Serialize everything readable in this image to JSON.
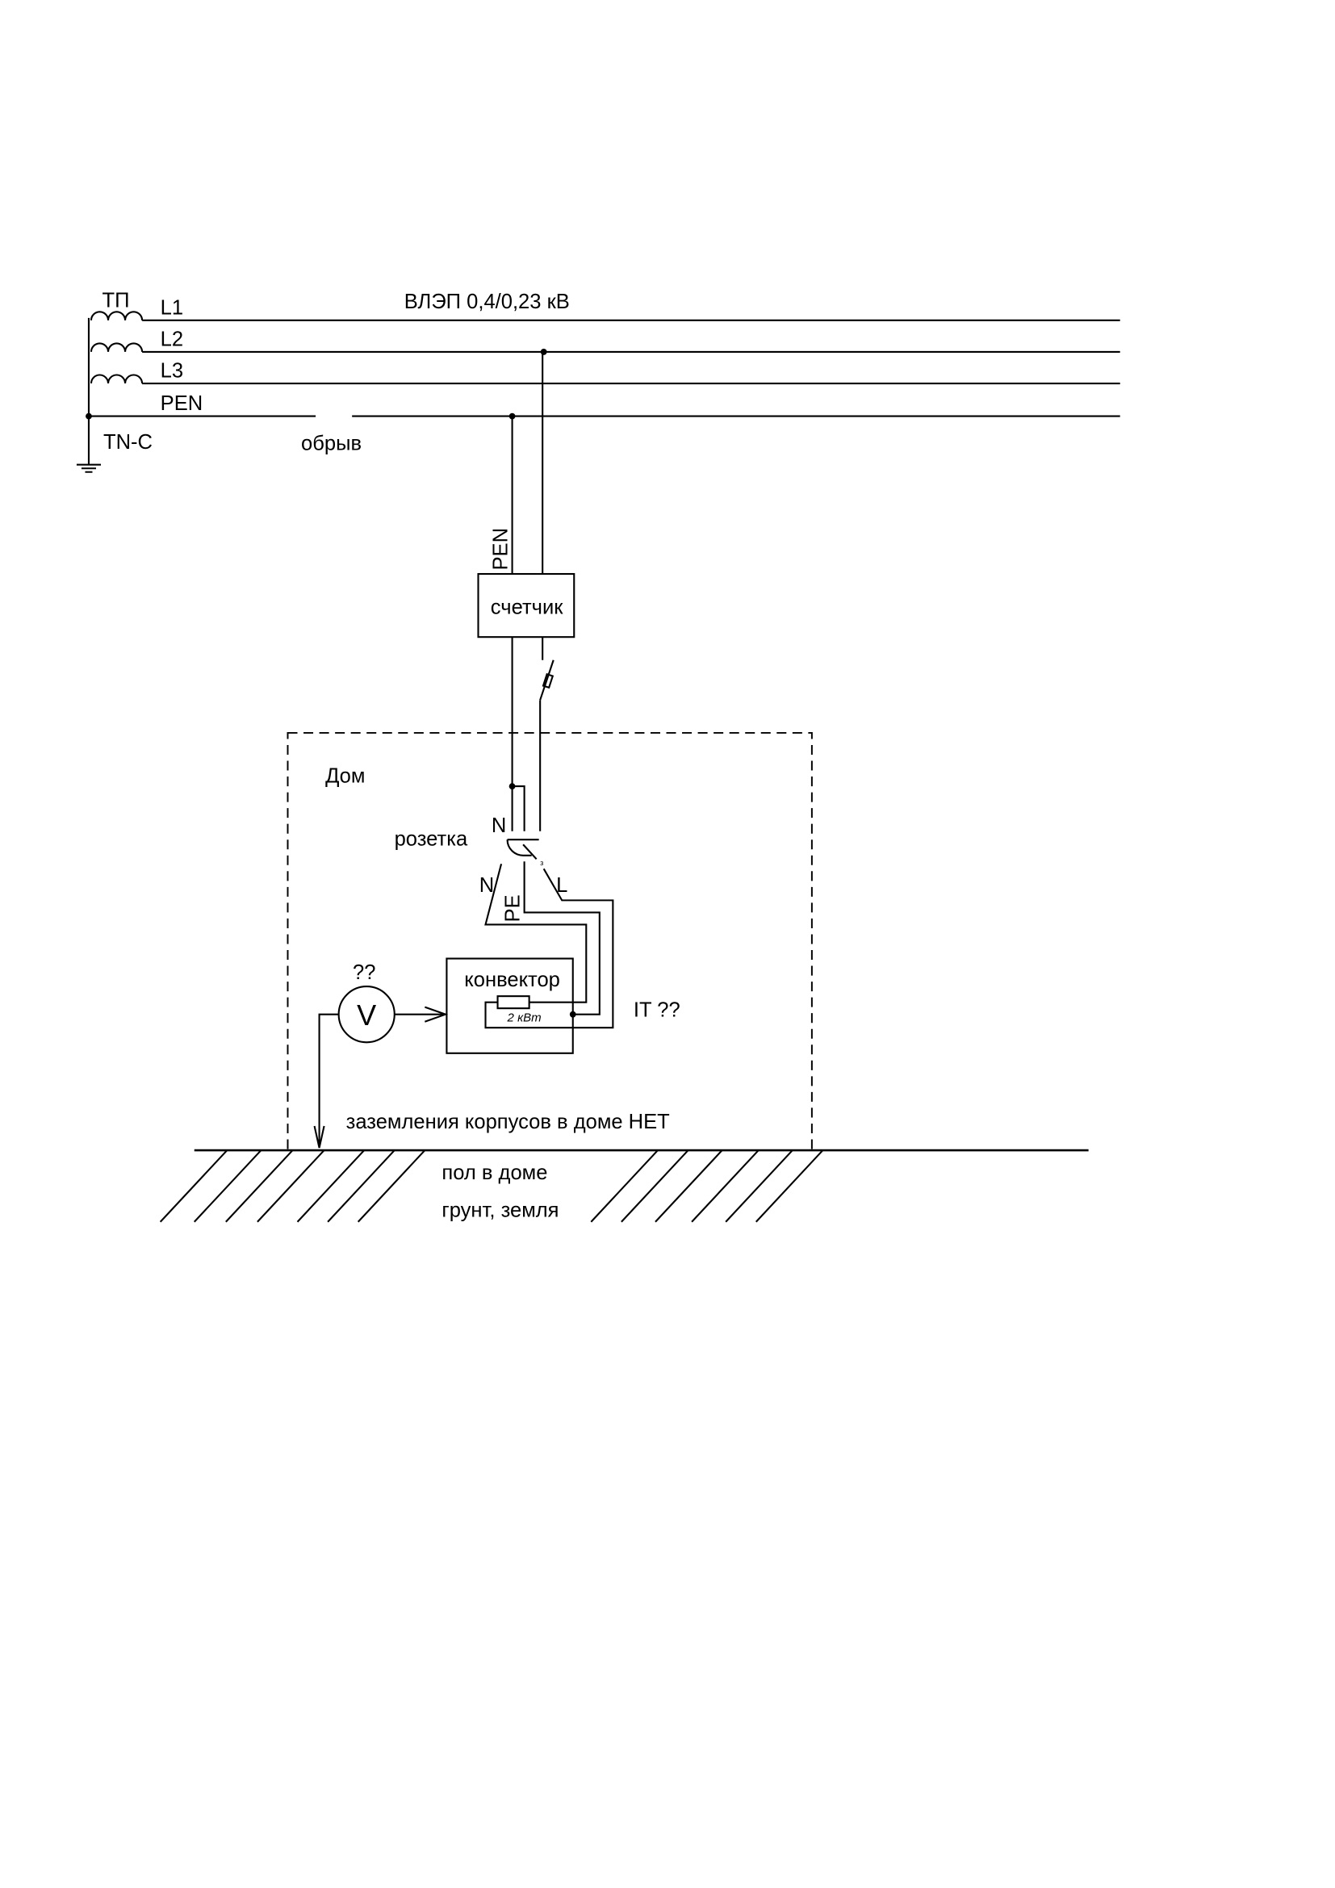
{
  "diagram": {
    "labels": {
      "substation": "ТП",
      "line": "ВЛЭП 0,4/0,23 кВ",
      "l1": "L1",
      "l2": "L2",
      "l3": "L3",
      "pen": "PEN",
      "system": "TN-C",
      "break": "обрыв",
      "pen_drop": "PEN",
      "meter": "счетчик",
      "house": "Дом",
      "socket": "розетка",
      "n_top": "N",
      "n_bottom": "N",
      "pe": "PE",
      "l": "L",
      "socket_pin": "з",
      "voltmeter_question": "??",
      "voltmeter": "V",
      "convector": "конвектор",
      "heater_power": "2 кВт",
      "it_question": "IT ??",
      "no_grounding": "заземления корпусов в доме НЕТ",
      "floor": "пол в доме",
      "soil": "грунт, земля"
    },
    "colors": {
      "line": "#000000",
      "background": "#ffffff"
    }
  }
}
